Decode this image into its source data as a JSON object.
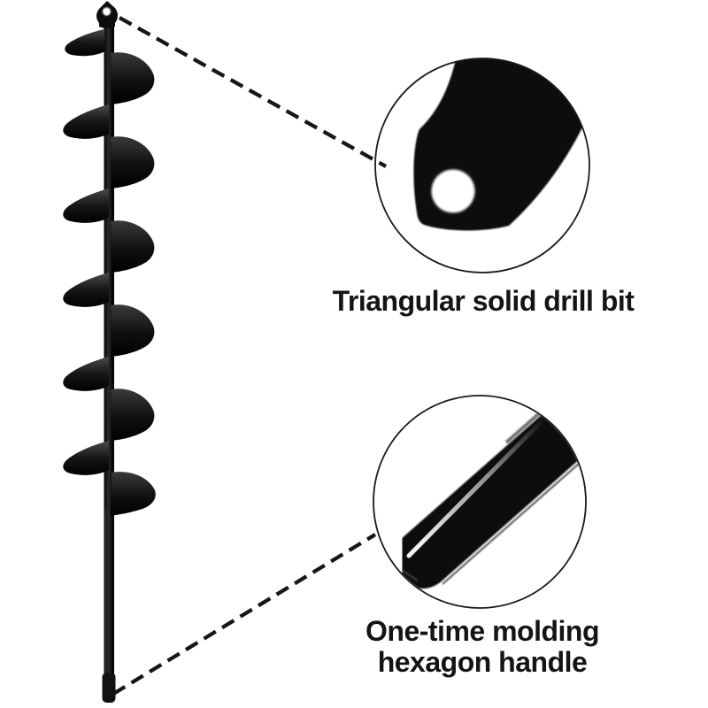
{
  "colors": {
    "background": "#ffffff",
    "ink": "#141414",
    "photo_black": "#0e0e0e",
    "circle_stroke": "#1a1a1a"
  },
  "illustrations": {
    "main_product": "spiral-auger-drill-bit-photo",
    "top_inset": "triangular-drill-tip-closeup",
    "bottom_inset": "hexagon-shaft-closeup",
    "leader_style": "dashed"
  },
  "annotations": {
    "top_callout": {
      "label": "Triangular solid drill bit"
    },
    "bottom_callout": {
      "lines": [
        "One-time molding",
        "hexagon handle"
      ]
    }
  }
}
